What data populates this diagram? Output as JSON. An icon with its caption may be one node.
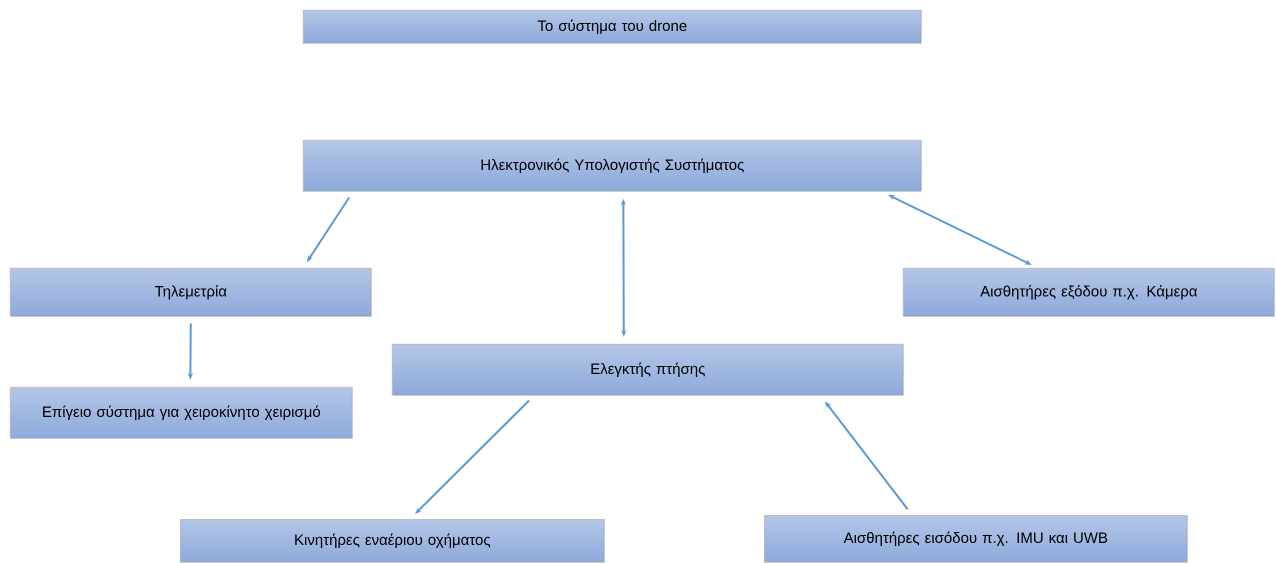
{
  "diagram": {
    "nodes": [
      {
        "text": [
          "Το σύστημα του drone"
        ]
      },
      {
        "text": [
          "Ηλεκτρονικός Υπολογιστής Συστήματος"
        ]
      },
      {
        "text": [
          "Τηλεμετρία"
        ]
      },
      {
        "text": [
          "Επίγειο σύστημα για χειροκίνητο χειρισμό"
        ]
      },
      {
        "text": [
          "Αισθητήρες εξόδου π.χ. Κάμερα"
        ]
      },
      {
        "text": [
          "Ελεγκτής πτήσης"
        ]
      },
      {
        "text": [
          "Κινητήρες εναέριου οχήματος"
        ]
      },
      {
        "text": [
          "Αισθητήρες εισόδου π.χ. IMU και UWB"
        ]
      }
    ],
    "edges": [
      {
        "from": 1,
        "to": 2,
        "arrow": "to"
      },
      {
        "from": 2,
        "to": 3,
        "arrow": "to"
      },
      {
        "from": 1,
        "to": 5,
        "arrow": "both"
      },
      {
        "from": 1,
        "to": 4,
        "arrow": "both"
      },
      {
        "from": 5,
        "to": 6,
        "arrow": "to"
      },
      {
        "from": 7,
        "to": 5,
        "arrow": "to"
      }
    ]
  }
}
